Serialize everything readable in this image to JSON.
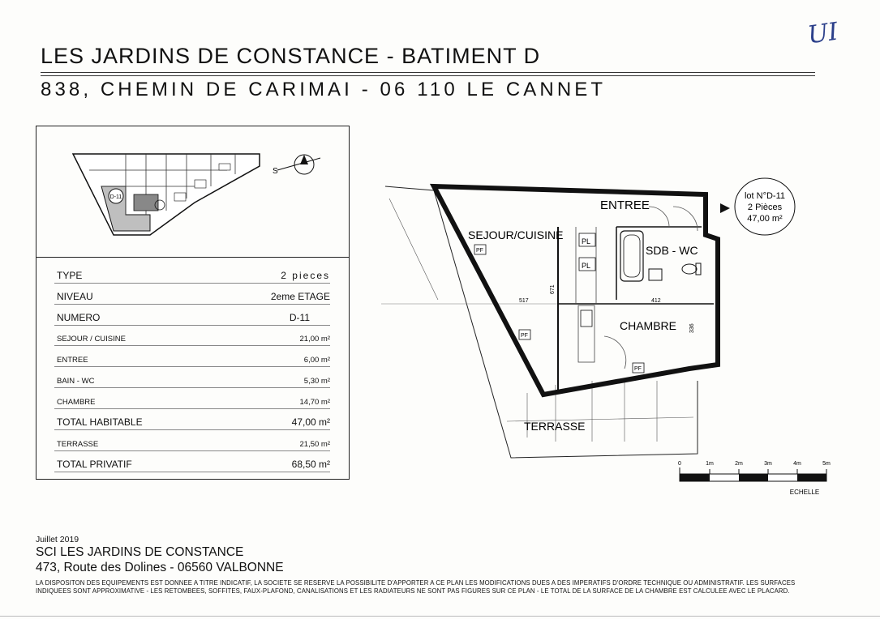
{
  "header": {
    "title": "LES JARDINS DE CONSTANCE - BATIMENT D",
    "address": "838, CHEMIN DE CARIMAI - 06 110 LE CANNET",
    "signature": "UI"
  },
  "location_plan": {
    "lot_marker": "D-11",
    "compass_label": "S"
  },
  "spec_table": {
    "rows": [
      {
        "label": "TYPE",
        "value": "2 pieces"
      },
      {
        "label": "NIVEAU",
        "value": "2eme ETAGE"
      },
      {
        "label": "NUMERO",
        "value": "D-11"
      },
      {
        "label": "SEJOUR / CUISINE",
        "value": "21,00 m²"
      },
      {
        "label": "ENTREE",
        "value": "6,00 m²"
      },
      {
        "label": "BAIN - WC",
        "value": "5,30 m²"
      },
      {
        "label": "CHAMBRE",
        "value": "14,70 m²"
      },
      {
        "label": "TOTAL HABITABLE",
        "value": "47,00 m²"
      },
      {
        "label": "TERRASSE",
        "value": "21,50 m²"
      },
      {
        "label": "TOTAL PRIVATIF",
        "value": "68,50 m²"
      }
    ]
  },
  "floor_plan": {
    "rooms": {
      "entree": "ENTREE",
      "sejour": "SEJOUR/CUISINE",
      "sdb": "SDB - WC",
      "chambre": "CHAMBRE",
      "terrasse": "TERRASSE"
    },
    "fixtures": {
      "pl": "PL",
      "pf": "PF"
    },
    "dimensions": {
      "d517": "517",
      "d671": "671",
      "d412": "412",
      "d336": "336"
    },
    "lot_badge": {
      "line1": "lot N°D-11",
      "line2": "2 Pièces",
      "line3": "47,00 m²"
    }
  },
  "scale_bar": {
    "ticks": [
      "0",
      "1m",
      "2m",
      "3m",
      "4m",
      "5m"
    ],
    "label": "ECHELLE"
  },
  "footer": {
    "date": "Juillet 2019",
    "company": "SCI LES JARDINS DE CONSTANCE",
    "company_address": "473, Route des Dolines - 06560 VALBONNE",
    "disclaimer_line1": "LA DISPOSITON DES EQUIPEMENTS EST DONNEE A TITRE INDICATIF, LA SOCIETE SE RESERVE LA POSSIBILITE D'APPORTER A CE PLAN LES MODIFICATIONS DUES A DES IMPERATIFS D'ORDRE TECHNIQUE OU ADMINISTRATIF. LES SURFACES",
    "disclaimer_line2": "INDIQUEES SONT APPROXIMATIVE - LES RETOMBEES, SOFFITES, FAUX-PLAFOND, CANALISATIONS ET LES RADIATEURS NE SONT PAS FIGURES SUR CE PLAN - LE TOTAL DE LA SURFACE DE LA CHAMBRE EST CALCULEE AVEC LE PLACARD."
  }
}
